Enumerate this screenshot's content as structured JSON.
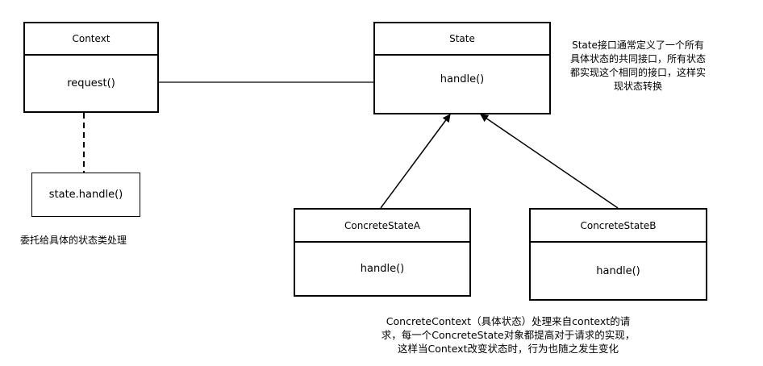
{
  "context": {
    "title": "Context",
    "method": "request()"
  },
  "state": {
    "title": "State",
    "method": "handle()"
  },
  "delegate": {
    "label": "state.handle()"
  },
  "concrete_a": {
    "title": "ConcreteStateA",
    "method": "handle()"
  },
  "concrete_b": {
    "title": "ConcreteStateB",
    "method": "handle()"
  },
  "notes": {
    "delegate_note": "委托给具体的状态类处理",
    "state_note": "State接口通常定义了一个所有\n具体状态的共同接口，所有状态\n都实现这个相同的接口，这样实\n现状态转换",
    "concrete_note": "ConcreteContext（具体状态）处理来自context的请\n求，每一个ConcreteState对象都提高对于请求的实现，\n这样当Context改变状态时，行为也随之发生变化"
  },
  "colors": {
    "line": "#000000",
    "background": "#ffffff"
  }
}
